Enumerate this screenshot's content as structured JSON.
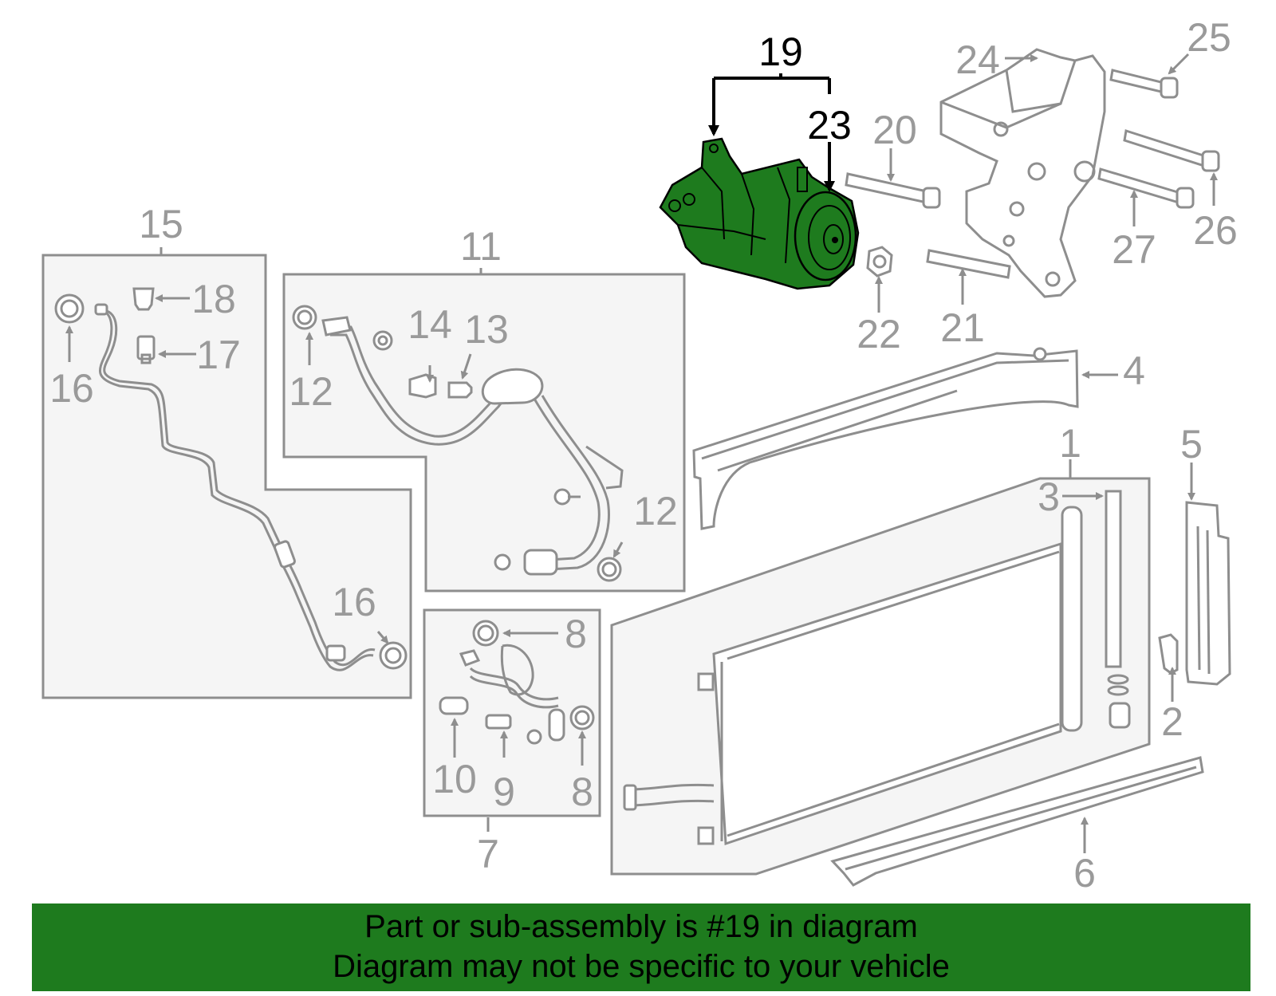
{
  "callouts": {
    "c1": "1",
    "c2": "2",
    "c3": "3",
    "c4": "4",
    "c5": "5",
    "c6": "6",
    "c7": "7",
    "c8a": "8",
    "c8b": "8",
    "c9": "9",
    "c10": "10",
    "c11": "11",
    "c12a": "12",
    "c12b": "12",
    "c13": "13",
    "c14": "14",
    "c15": "15",
    "c16a": "16",
    "c16b": "16",
    "c17": "17",
    "c18": "18",
    "c19": "19",
    "c20": "20",
    "c21": "21",
    "c22": "22",
    "c23": "23",
    "c24": "24",
    "c25": "25",
    "c26": "26",
    "c27": "27"
  },
  "highlight": {
    "part": "19",
    "color": "#1e7b1e"
  },
  "banner": {
    "line1": "Part or sub-assembly is #19 in diagram",
    "line2": "Diagram may not be specific to your vehicle",
    "background": "#1e7b1e"
  }
}
